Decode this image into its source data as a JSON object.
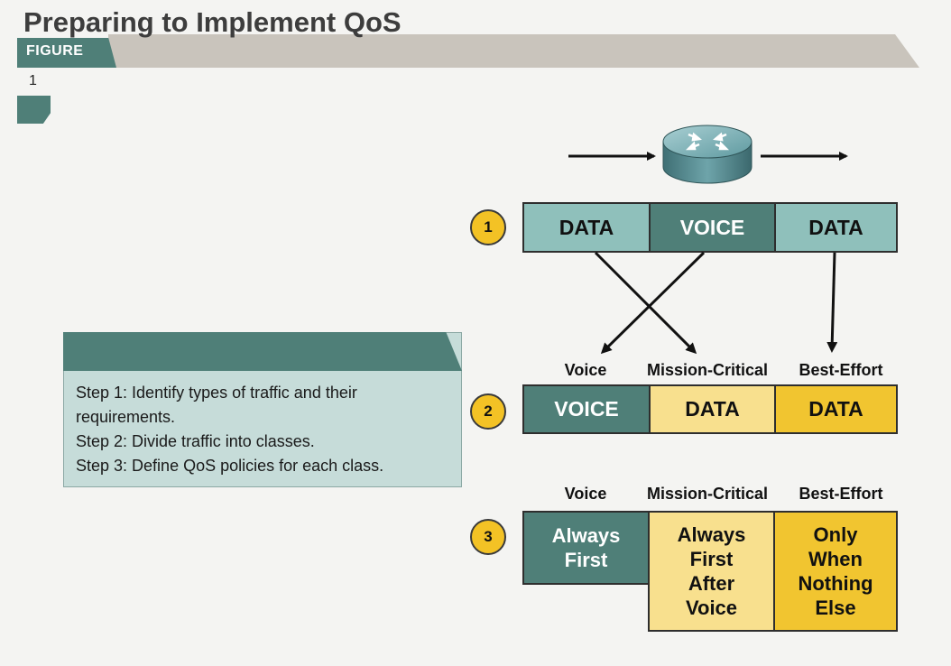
{
  "header": {
    "title": "Preparing to Implement QoS",
    "figure_tab": "FIGURE",
    "figure_number": "1"
  },
  "steps": [
    "1",
    "2",
    "3"
  ],
  "row1": {
    "cells": [
      "DATA",
      "VOICE",
      "DATA"
    ]
  },
  "class_labels": [
    "Voice",
    "Mission-Critical",
    "Best-Effort"
  ],
  "row2": {
    "cells": [
      "VOICE",
      "DATA",
      "DATA"
    ]
  },
  "row3": {
    "cells": [
      [
        "Always",
        "First"
      ],
      [
        "Always",
        "First",
        "After",
        "Voice"
      ],
      [
        "Only",
        "When",
        "Nothing",
        "Else"
      ]
    ]
  },
  "panel": {
    "lines": [
      "Step 1: Identify types of traffic and their",
      "requirements.",
      "Step 2: Divide traffic into classes.",
      "Step 3: Define QoS policies for each class."
    ]
  },
  "colors": {
    "teal_dark": "#4f7f78",
    "teal_light": "#8fc0bb",
    "pale_yellow": "#f8e08e",
    "gold": "#f1c530",
    "circle": "#f3c225"
  },
  "icons": {
    "router": "router-icon"
  }
}
